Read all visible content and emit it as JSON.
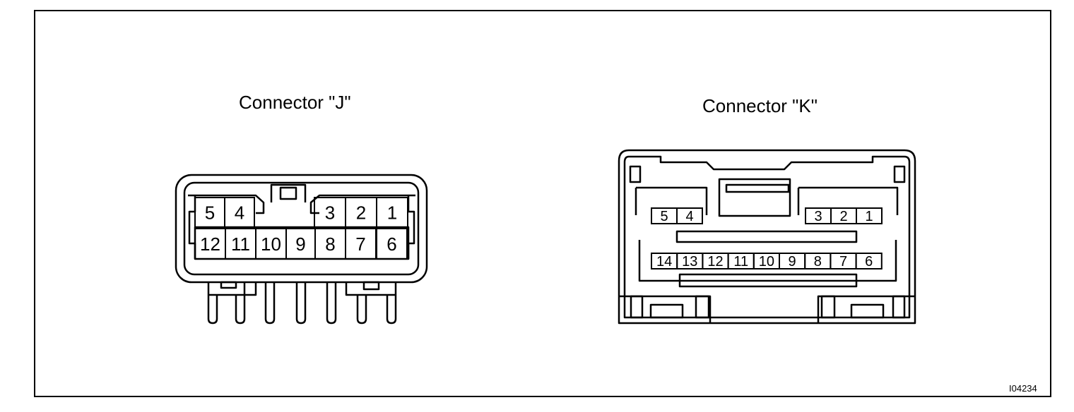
{
  "figure_code": "I04234",
  "connectors": [
    {
      "id": "J",
      "title": "Connector \"J\"",
      "top_row": [
        "5",
        "4",
        "3",
        "2",
        "1"
      ],
      "bottom_row": [
        "12",
        "11",
        "10",
        "9",
        "8",
        "7",
        "6"
      ]
    },
    {
      "id": "K",
      "title": "Connector \"K\"",
      "top_left": [
        "5",
        "4"
      ],
      "top_right": [
        "3",
        "2",
        "1"
      ],
      "bottom_row": [
        "14",
        "13",
        "12",
        "11",
        "10",
        "9",
        "8",
        "7",
        "6"
      ]
    }
  ]
}
